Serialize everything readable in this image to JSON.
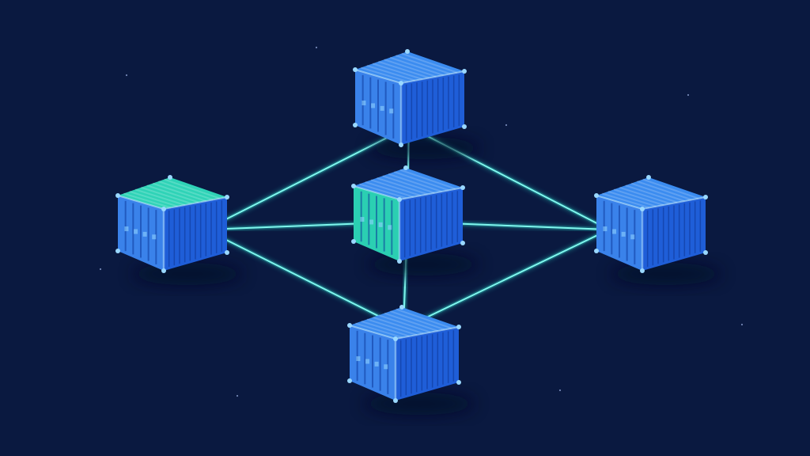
{
  "theme": {
    "background": "#0a1940",
    "link_color": "#7ff7ee",
    "link_glow": "#2ee6d6",
    "container_blue_top": "#3b8cf0",
    "container_blue_left": "#3a82ea",
    "container_blue_right": "#1f5ed8",
    "container_teal_top": "#2fd3b7",
    "container_teal_left": "#2bcfb2",
    "stars": "#9fb4e6"
  },
  "diagram": {
    "nodes": [
      {
        "id": "top",
        "variant": "blue"
      },
      {
        "id": "left",
        "variant": "teal-top"
      },
      {
        "id": "center",
        "variant": "teal-left"
      },
      {
        "id": "right",
        "variant": "blue"
      },
      {
        "id": "bottom",
        "variant": "blue"
      }
    ],
    "links": [
      {
        "from": "top",
        "to": "left"
      },
      {
        "from": "top",
        "to": "right"
      },
      {
        "from": "top",
        "to": "center"
      },
      {
        "from": "left",
        "to": "center"
      },
      {
        "from": "center",
        "to": "right"
      },
      {
        "from": "left",
        "to": "bottom"
      },
      {
        "from": "right",
        "to": "bottom"
      },
      {
        "from": "center",
        "to": "bottom"
      }
    ]
  }
}
